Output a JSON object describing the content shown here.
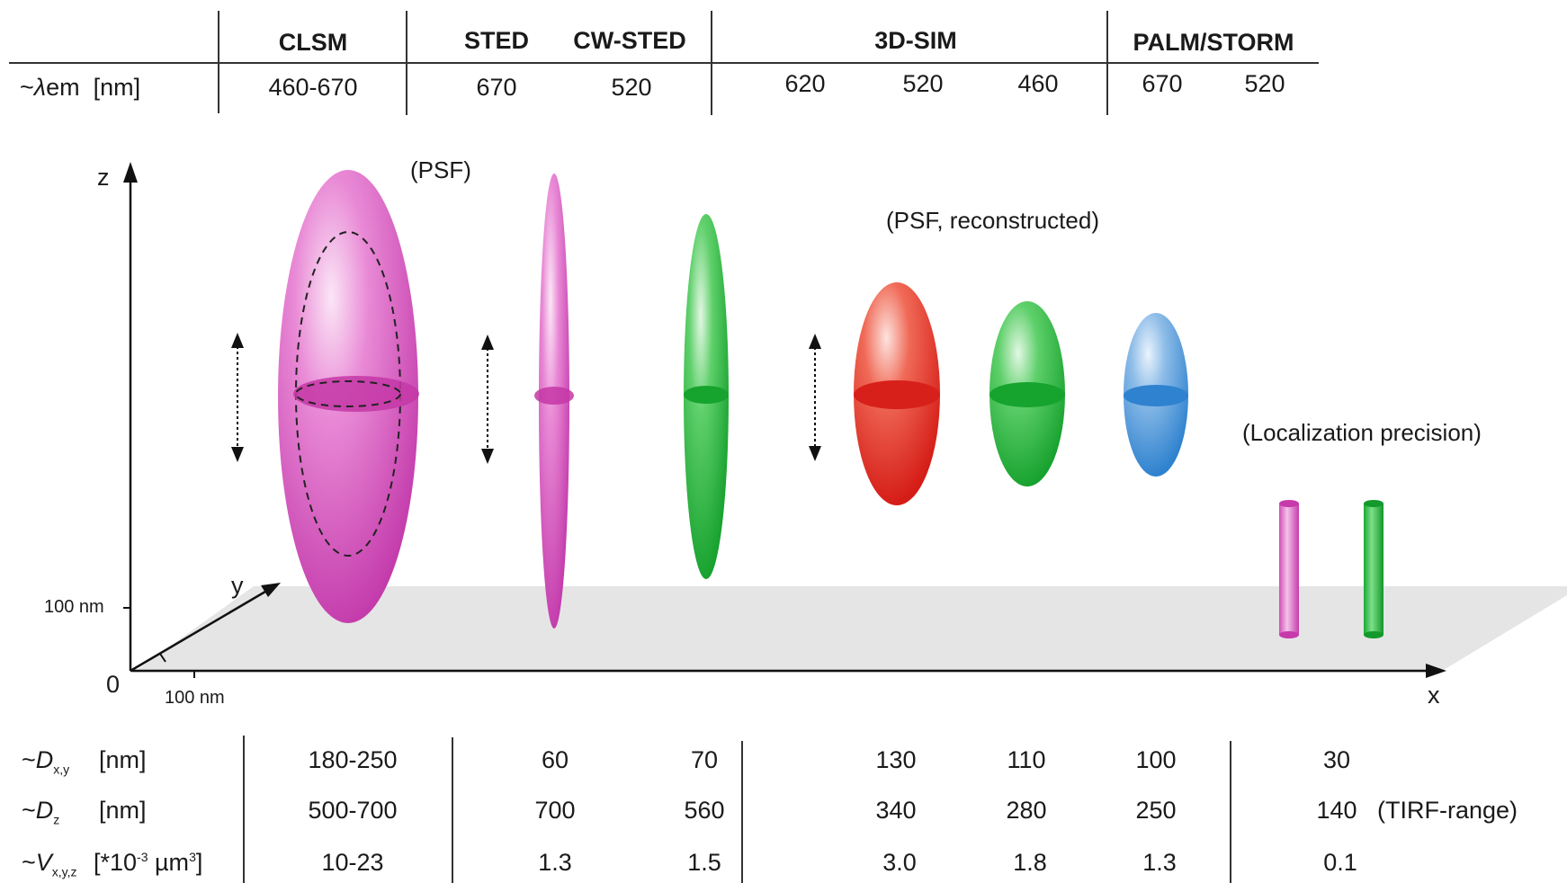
{
  "header": {
    "columns": [
      "CLSM",
      "STED",
      "CW-STED",
      "3D-SIM",
      "PALM/STORM"
    ],
    "row_label": {
      "prefix": "~",
      "symbol": "λ",
      "sub": "em",
      "unit": "[nm]"
    },
    "wavelengths": [
      "460-670",
      "670",
      "520",
      "620",
      "520",
      "460",
      "670",
      "520"
    ]
  },
  "diagram": {
    "axes": {
      "z": "z",
      "y": "y",
      "x": "x",
      "origin": "0",
      "z_scale": "100 nm",
      "x_scale": "100 nm"
    },
    "annotations": {
      "psf": "(PSF)",
      "psf_reconstructed": "(PSF, reconstructed)",
      "localization": "(Localization precision)"
    },
    "colors": {
      "magenta": "#d94fbf",
      "green": "#1fb33a",
      "red": "#e52521",
      "blue": "#3b8fd6",
      "floor": "#e6e6e6"
    }
  },
  "table": {
    "rows": [
      {
        "label_prefix": "~",
        "label_symbol": "D",
        "label_sub": "x,y",
        "label_unit": "[nm]",
        "values": [
          "180-250",
          "60",
          "70",
          "130",
          "110",
          "100",
          "30"
        ],
        "extra": ""
      },
      {
        "label_prefix": "~",
        "label_symbol": "D",
        "label_sub": "z",
        "label_unit": "[nm]",
        "values": [
          "500-700",
          "700",
          "560",
          "340",
          "280",
          "250",
          "140"
        ],
        "extra": "(TIRF-range)"
      },
      {
        "label_prefix": "~",
        "label_symbol": "V",
        "label_sub": "x,y,z",
        "label_unit_pre": "[*10",
        "label_unit_sup1": "-3",
        "label_unit_mid": " µm",
        "label_unit_sup2": "3",
        "label_unit_post": "]",
        "values": [
          "10-23",
          "1.3",
          "1.5",
          "3.0",
          "1.8",
          "1.3",
          "0.1"
        ],
        "extra": ""
      }
    ]
  }
}
